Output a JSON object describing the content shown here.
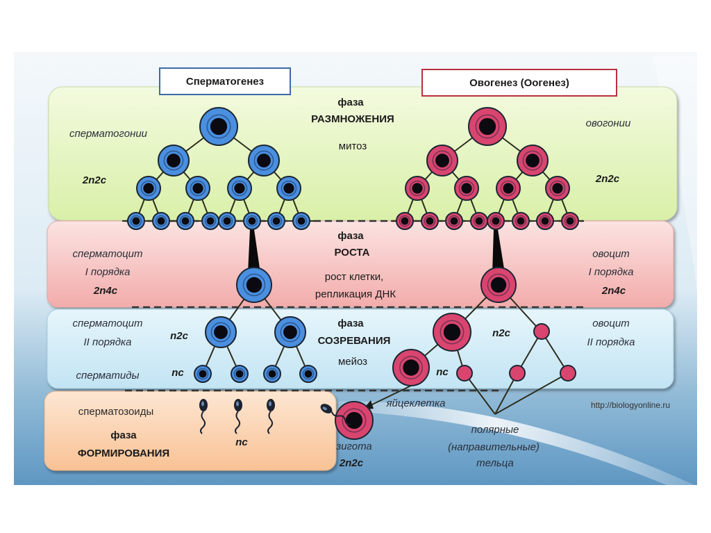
{
  "headers": {
    "spermatogenesis": "Сперматогенез",
    "oogenesis": "Овогенез (Оогенез)"
  },
  "phases": {
    "reproduction": {
      "line1": "фаза",
      "line2": "РАЗМНОЖЕНИЯ",
      "line3": "митоз"
    },
    "growth": {
      "line1": "фаза",
      "line2": "РОСТА",
      "line3": "рост клетки,",
      "line4": "репликация ДНК"
    },
    "maturation": {
      "line1": "фаза",
      "line2": "СОЗРЕВАНИЯ",
      "line3": "мейоз"
    },
    "formation": {
      "line1": "фаза",
      "line2": "ФОРМИРОВАНИЯ"
    }
  },
  "left_labels": {
    "spermatogonia": "сперматогонии",
    "ploidy_repro": "2n2c",
    "spermatocyte1_a": "сперматоцит",
    "spermatocyte1_b": "I порядка",
    "ploidy_growth": "2n4c",
    "spermatocyte2_a": "сперматоцит",
    "spermatocyte2_b": "II порядка",
    "ploidy_mat1": "n2c",
    "spermatids": "сперматиды",
    "ploidy_mat2": "nc",
    "spermatozoa": "сперматозоиды",
    "ploidy_form": "nc"
  },
  "right_labels": {
    "oogonia": "овогонии",
    "ploidy_repro": "2n2c",
    "oocyte1_a": "овоцит",
    "oocyte1_b": "I порядка",
    "ploidy_growth": "2n4c",
    "oocyte2_a": "овоцит",
    "oocyte2_b": "II порядка",
    "ploidy_mat1": "n2c",
    "ploidy_mat2": "nc",
    "egg": "яйцеклетка",
    "zygote": "зигота",
    "zygote_ploidy": "2n2c",
    "polar_a": "полярные",
    "polar_b": "(направительные)",
    "polar_c": "тельца"
  },
  "source_url": "http://biologyonline.ru",
  "colors": {
    "sperm_cell": "#4a8fe0",
    "egg_cell": "#d9456f",
    "reproduction_band": "#e6f5c4",
    "growth_band": "#f7c9c6",
    "maturation_band": "#cfeaf6",
    "formation_band": "#fbd4b0",
    "sperm_header_border": "#3d6aa8",
    "egg_header_border": "#b8303f"
  }
}
